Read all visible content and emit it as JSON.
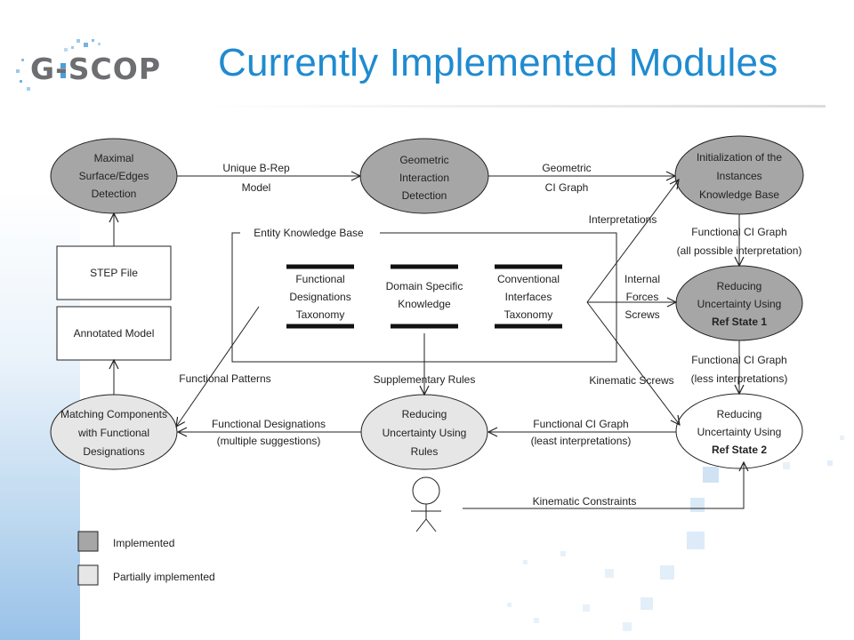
{
  "slide": {
    "title": "Currently Implemented Modules",
    "logo_text": "G-SCOP"
  },
  "colors": {
    "title": "#1f8bd0",
    "implemented": "#a6a6a6",
    "partially_implemented": "#e6e6e6",
    "logo_gray": "#6d6e71",
    "logo_blue": "#3a93d6"
  },
  "nodes": {
    "maximal": {
      "lines": [
        "Maximal",
        "Surface/Edges",
        "Detection"
      ],
      "status": "implemented"
    },
    "geometric": {
      "lines": [
        "Geometric",
        "Interaction",
        "Detection"
      ],
      "status": "implemented"
    },
    "init": {
      "lines": [
        "Initialization of the",
        "Instances",
        "Knowledge Base"
      ],
      "status": "implemented"
    },
    "ref1": {
      "lines": [
        "Reducing",
        "Uncertainty Using",
        "Ref State 1"
      ],
      "status": "implemented"
    },
    "ref2": {
      "lines": [
        "Reducing",
        "Uncertainty Using",
        "Ref State 2"
      ],
      "status": "none"
    },
    "rules": {
      "lines": [
        "Reducing",
        "Uncertainty Using",
        "Rules"
      ],
      "status": "partial"
    },
    "matching": {
      "lines": [
        "Matching Components",
        "with Functional",
        "Designations"
      ],
      "status": "partial"
    },
    "step": {
      "label": "STEP File"
    },
    "annotated": {
      "label": "Annotated Model"
    }
  },
  "knowledge_base": {
    "title": "Entity Knowledge Base",
    "functional": [
      "Functional",
      "Designations",
      "Taxonomy"
    ],
    "domain": [
      "Domain Specific",
      "Knowledge"
    ],
    "conventional": [
      "Conventional",
      "Interfaces",
      "Taxonomy"
    ]
  },
  "edge_labels": {
    "brep": [
      "Unique B-Rep",
      "Model"
    ],
    "geom_ci": [
      "Geometric",
      "CI Graph"
    ],
    "interpretations": "Interpretations",
    "func_ci_all": [
      "Functional CI Graph",
      "(all possible interpretation)"
    ],
    "internal": [
      "Internal",
      "Forces",
      "Screws"
    ],
    "func_ci_less": [
      "Functional CI Graph",
      "(less interpretations)"
    ],
    "kinematic_screws": "Kinematic Screws",
    "func_ci_least": [
      "Functional CI Graph",
      "(least interpretations)"
    ],
    "func_desig": [
      "Functional Designations",
      "(multiple suggestions)"
    ],
    "supp_rules": "Supplementary Rules",
    "func_patterns": "Functional Patterns",
    "kinematic_constraints": "Kinematic Constraints"
  },
  "legend": {
    "implemented": "Implemented",
    "partial": "Partially implemented"
  }
}
